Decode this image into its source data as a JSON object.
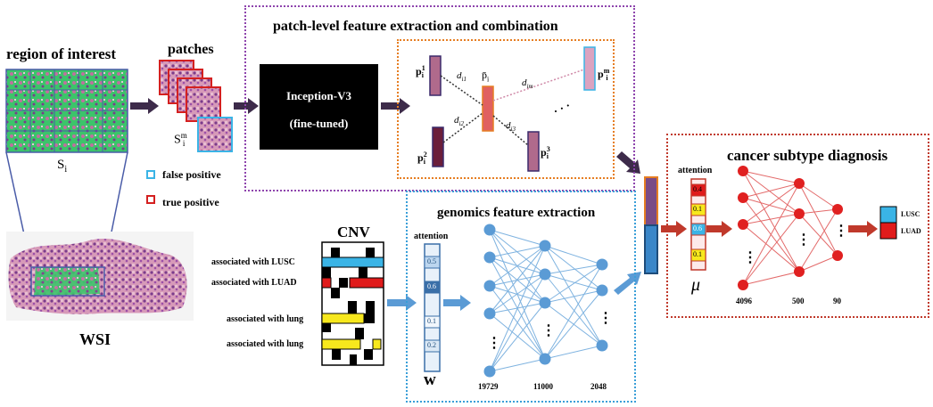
{
  "roi": {
    "title": "region of interest",
    "label_S": "S",
    "label_S_sub": "i",
    "wsi_label": "WSI"
  },
  "patches": {
    "title": "patches",
    "label_S": "S",
    "label_S_sup": "m",
    "label_S_sub": "i"
  },
  "legend": {
    "false_positive": "false positive",
    "true_positive": "true positive",
    "false_positive_color": "#3ab4e6",
    "true_positive_color": "#d42020"
  },
  "feature_extraction": {
    "title": "patch-level feature extraction and combination",
    "model_name": "Inception-V3",
    "model_note": "(fine-tuned)",
    "border_color": "#8e44ad",
    "inner_border_color": "#e67e22",
    "p1": "p",
    "p1_sup": "1",
    "p1_sub": "i",
    "p2": "p",
    "p2_sup": "2",
    "p2_sub": "i",
    "p3": "p",
    "p3_sup": "3",
    "p3_sub": "i",
    "pm": "p",
    "pm_sup": "m",
    "pm_sub": "i",
    "pbar": "p̄",
    "pbar_sub": "i",
    "d_i1": "d",
    "d_i1_sub": "i1",
    "d_i2": "d",
    "d_i2_sub": "i2",
    "d_i3": "d",
    "d_i3_sub": "i3",
    "d_im": "d",
    "d_im_sub": "im",
    "dots": "· · ·"
  },
  "cnv": {
    "title": "CNV",
    "rows": [
      "associated  with  LUSC",
      "associated  with  LUAD",
      "associated with lung",
      "associated with lung"
    ]
  },
  "genomics": {
    "title": "genomics feature extraction",
    "attention_label": "attention",
    "attention_values": [
      "0.5",
      "0.6",
      "0.1",
      "0.2"
    ],
    "weight_label": "w",
    "layer_sizes": [
      "19729",
      "11000",
      "2048"
    ],
    "node_dots": "⋮",
    "border_color": "#3a9fd8",
    "node_color": "#5b9bd5"
  },
  "diagnosis": {
    "title": "cancer subtype diagnosis",
    "attention_label": "attention",
    "attention_values": [
      "0.4",
      "0.1",
      "0.6",
      "0.1"
    ],
    "mu_label": "μ",
    "layer_sizes": [
      "4096",
      "500",
      "90"
    ],
    "node_dots": "⋮",
    "outputs": [
      "LUSC",
      "LUAD"
    ],
    "lusc_color": "#3ab4e6",
    "luad_color": "#e01b1b",
    "border_color": "#c0392b",
    "node_color": "#e02020"
  }
}
